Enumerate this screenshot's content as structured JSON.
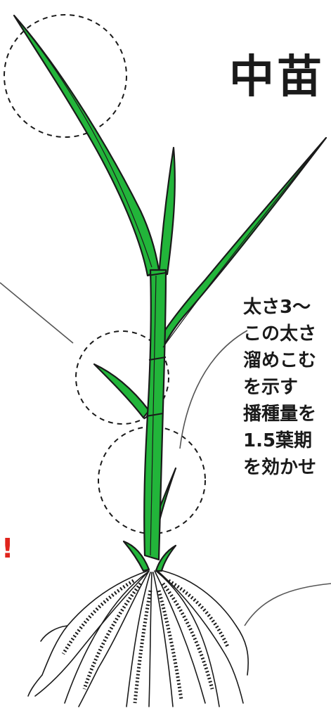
{
  "title": "中苗",
  "description_lines": [
    "太さ3〜",
    "この太さ",
    "溜めこむ",
    "を示す",
    "播種量を",
    "1.5葉期",
    "を効かせ"
  ],
  "exclamation": "!",
  "colors": {
    "leaf_fill": "#22b53a",
    "outline": "#1a1a1a",
    "accent": "#e0241c"
  }
}
